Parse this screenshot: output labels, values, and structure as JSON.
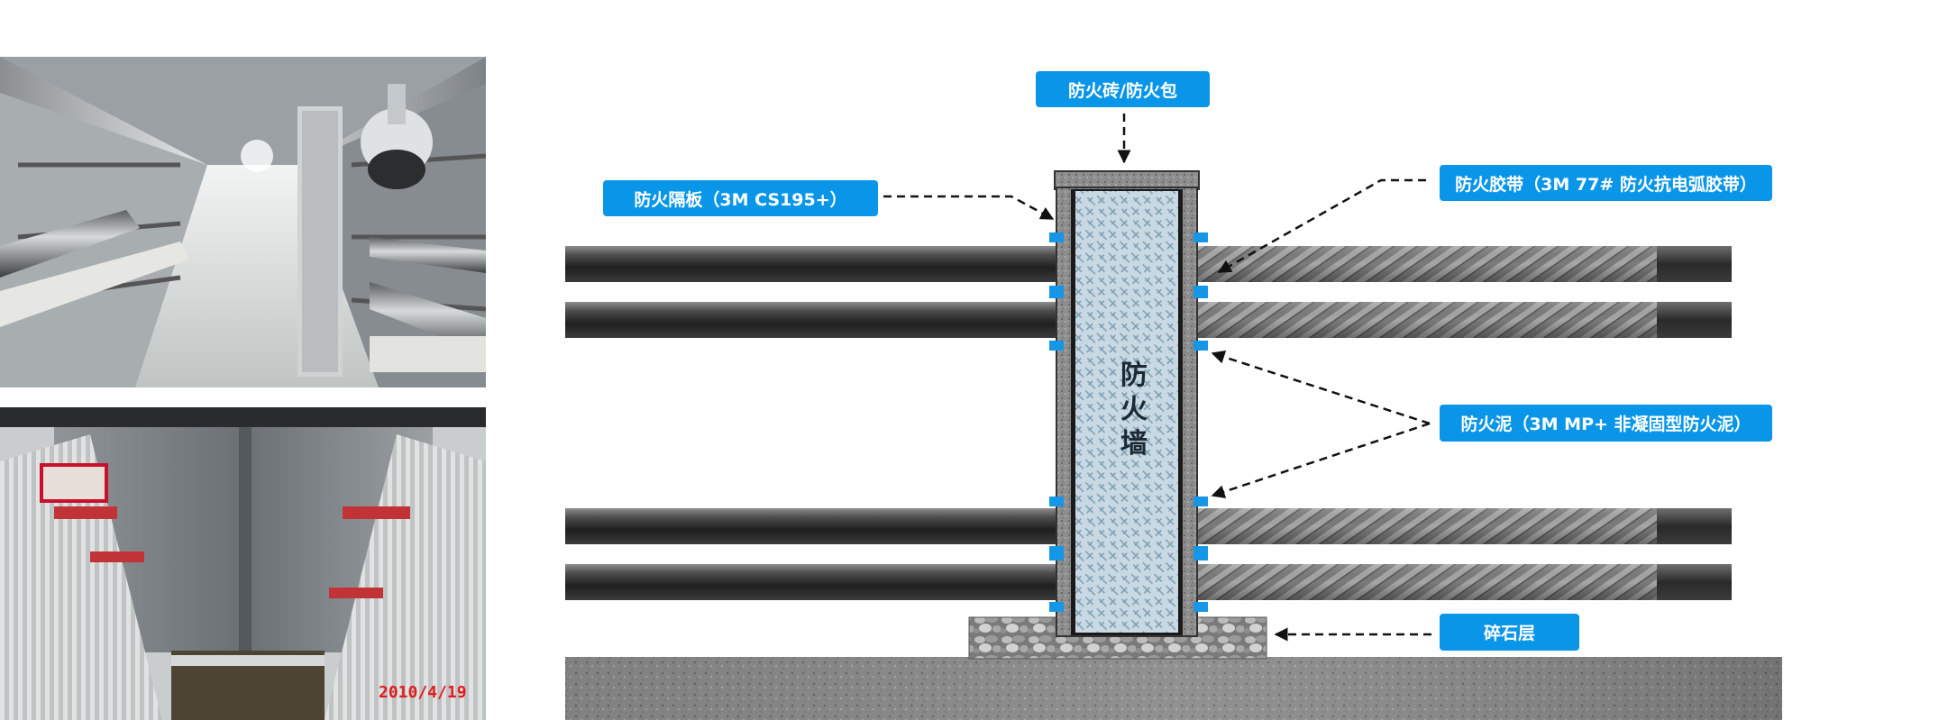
{
  "labels": {
    "fire_brick": "防火砖/防火包",
    "fire_board": "防火隔板（3M CS195+）",
    "fire_tape": "防火胶带（3M 77# 防火抗电弧胶带）",
    "fire_mud": "防火泥（3M MP+ 非凝固型防火泥）",
    "gravel": "碎石层",
    "wall_chars": [
      "防",
      "火",
      "墙"
    ]
  },
  "photos": {
    "bottom_date": "2010/4/19"
  },
  "colors": {
    "callout_blue": "#0a96e8",
    "seal_blue": "#1596e6",
    "wall_fill": "#c9d9e3",
    "cable_dark": "#2e2e2e"
  }
}
